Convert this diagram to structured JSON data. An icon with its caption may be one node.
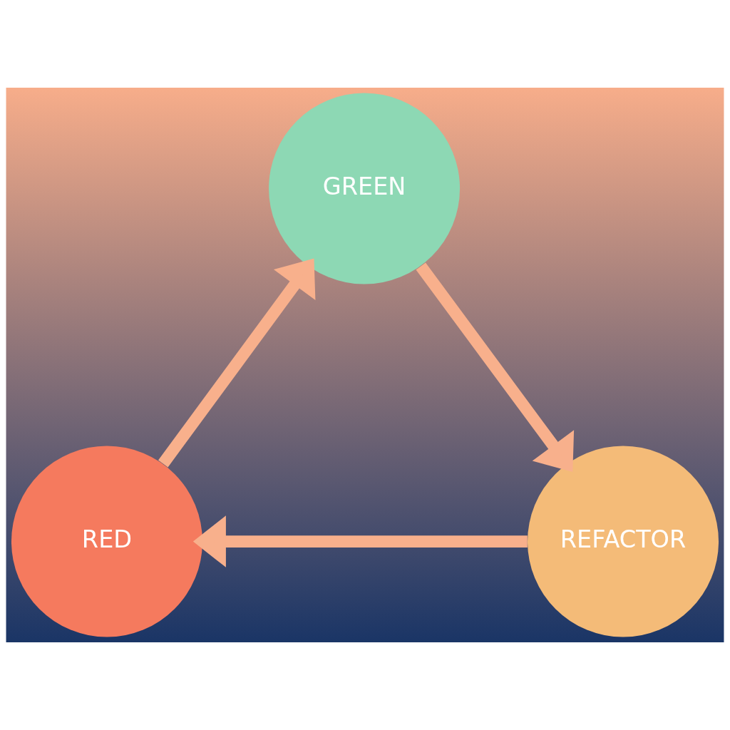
{
  "diagram": {
    "nodes": [
      {
        "text": [
          "GREEN"
        ]
      },
      {
        "text": [
          "RED"
        ]
      },
      {
        "text": [
          "REFACTOR"
        ]
      }
    ],
    "edges": [
      {
        "from": 1,
        "to": 0,
        "arrow": "to"
      },
      {
        "from": 0,
        "to": 2,
        "arrow": "to"
      },
      {
        "from": 2,
        "to": 1,
        "arrow": "to"
      }
    ]
  }
}
